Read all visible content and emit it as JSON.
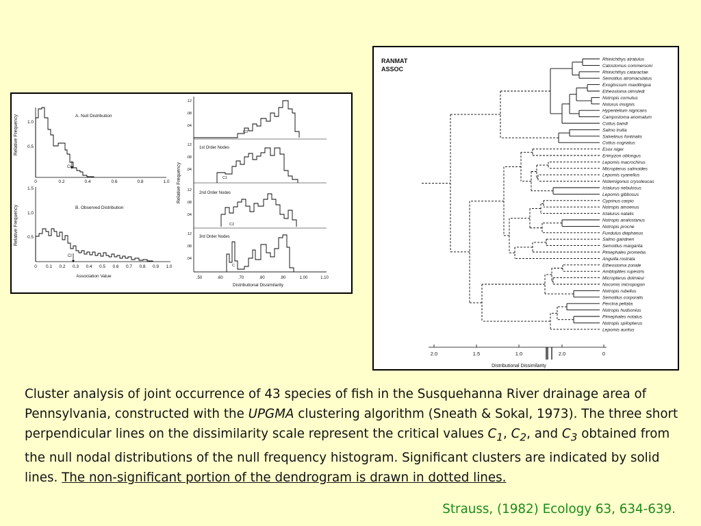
{
  "colors": {
    "background": "#ffffcc",
    "citation": "#1a8a1a"
  },
  "left_figure": {
    "panel_a_title": "A. Null Distribution",
    "panel_b_title": "B. Observed Distribution",
    "ylabel": "Relative Frequency",
    "xlabel": "Association Value",
    "panel_a_yticks": [
      "1.0",
      "0.5"
    ],
    "panel_b_yticks": [
      "1.5",
      "1.0",
      "0.5"
    ],
    "xticks": [
      "0",
      "0.1",
      "0.2",
      "0.3",
      "0.4",
      "0.5",
      "0.6",
      "0.7",
      "0.8",
      "0.9",
      "1.0"
    ],
    "panel_a_xticks": [
      "0",
      "0.2",
      "0.4",
      "0.6",
      "0.8",
      "1.0"
    ],
    "critical_label": "Cl"
  },
  "right_histograms": {
    "ylabel": "Relative Frequency",
    "xlabel": "Distributional Dissimilarity",
    "yticks": [
      ".12",
      ".08",
      ".04"
    ],
    "xticks": [
      ".50",
      ".60",
      ".70",
      ".80",
      ".90",
      "1.00",
      "1.10"
    ],
    "panels": [
      "",
      "1st Order Nodes",
      "2nd Order Nodes",
      "3rd Order Nodes"
    ],
    "critical_labels": [
      "C3",
      "C1",
      "C2",
      "C"
    ]
  },
  "dendrogram": {
    "title_line1": "RANMAT",
    "title_line2": "ASSOC",
    "xlabel": "Distributional Dissimilarity",
    "xticks": [
      "2.0",
      "1.5",
      "1.0",
      "2.0",
      "0"
    ],
    "species": [
      "Rhinichthys atratulus",
      "Catostomus commersoni",
      "Rhinichthys cataractae",
      "Semotilus atromaculatus",
      "Exoglossum maxillingua",
      "Etheostoma olmstedi",
      "Notropis cornutus",
      "Noturus insignis",
      "Hypentelium nigricans",
      "Campostoma anomalum",
      "Cottus bairdi",
      "Salmo trutta",
      "Salvelinus fontinalis",
      "Cottus cognatus",
      "Esox niger",
      "Erimyzon oblongus",
      "Lepomis macrochirus",
      "Micropterus salmoides",
      "Lepomis cyanellus",
      "Notemigonus crysoleucas",
      "Ictalurus nebulosus",
      "Lepomis gibbosus",
      "Cyprinus carpio",
      "Notropis amoenus",
      "Ictalurus natalis",
      "Notropis analostanus",
      "Notropis procne",
      "Fundulus diaphanus",
      "Salmo gairdneri",
      "Semotilus margarita",
      "Pimephales promelas",
      "Anguilla rostrata",
      "Etheostoma zonale",
      "Ambloplites rupestris",
      "Micropterus dolmieui",
      "Nocomis micropogon",
      "Notropis rubellus",
      "Semotilus corporalis",
      "Percina peltata",
      "Notropis hudsonius",
      "Pimephales notatus",
      "Notropis spilopterus",
      "Lepomis auritus"
    ]
  },
  "caption": {
    "p1": "Cluster analysis of joint occurrence of 43 species of fish in the Susquehanna River drainage area of Pennsylvania, constructed with the ",
    "upgma": "UPGMA",
    "p2": " clustering algorithm (Sneath & Sokal, 1973). The three short perpendicular lines on the dissimilarity scale represent the critical values ",
    "c": "C",
    "s1": "1",
    "comma1": ", ",
    "s2": "2",
    "and": ", and ",
    "s3": "3",
    "p3": " obtained from the null nodal distributions of the null frequency histogram. Significant clusters are indicated by solid lines. ",
    "underlined": "The non-significant portion of the dendrogram is drawn in dotted lines."
  },
  "citation": "Strauss, (1982) Ecology 63, 634-639."
}
